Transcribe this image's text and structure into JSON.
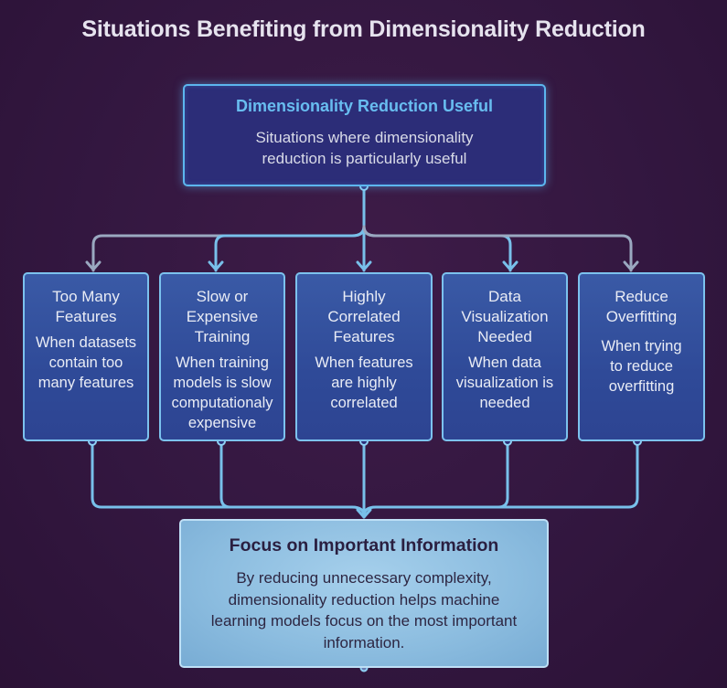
{
  "title": "Situations Benefiting from Dimensionality Reduction",
  "colors": {
    "background": "#331740",
    "top_box_fill": "#2c2d78",
    "top_box_border": "#5cb6ee",
    "top_box_heading": "#68bdf0",
    "mid_box_fill": "#3452a0",
    "mid_box_border": "#7cc2ee",
    "bottom_box_fill": "#8bbcdf",
    "connector": "#78c0ea"
  },
  "root": {
    "heading": "Dimensionality Reduction Useful",
    "description": "Situations where dimensionality reduction is particularly useful"
  },
  "situations": [
    {
      "heading": "Too Many Features",
      "description": "When datasets contain too many features"
    },
    {
      "heading": "Slow or Expensive Training",
      "description": "When training models is slow computationaly expensive"
    },
    {
      "heading": "Highly Correlated Features",
      "description": "When features are highly correlated"
    },
    {
      "heading": "Data Visualization Needed",
      "description": "When data visualization is needed"
    },
    {
      "heading": "Reduce Overfitting",
      "description": "When trying to reduce overfitting"
    }
  ],
  "outcome": {
    "heading": "Focus on Important Information",
    "description": "By reducing unnecessary complexity, dimensionality reduction helps machine learning models focus on the most important information."
  }
}
